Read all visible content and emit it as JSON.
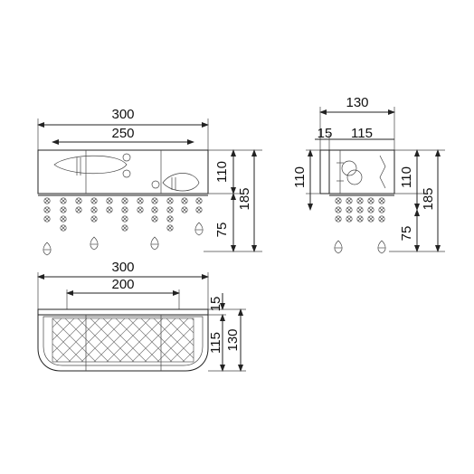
{
  "front_view": {
    "width_total": "300",
    "width_inner": "250",
    "height_body": "110",
    "height_total": "185",
    "height_crystals": "75"
  },
  "side_view": {
    "depth_total": "130",
    "depth_plate": "15",
    "depth_body": "115",
    "height_left": "110",
    "height_right": "110",
    "height_total": "185",
    "height_crystals": "75"
  },
  "top_view": {
    "width_total": "300",
    "width_mount": "200",
    "depth_plate": "15",
    "depth_body": "115",
    "depth_total": "130"
  }
}
